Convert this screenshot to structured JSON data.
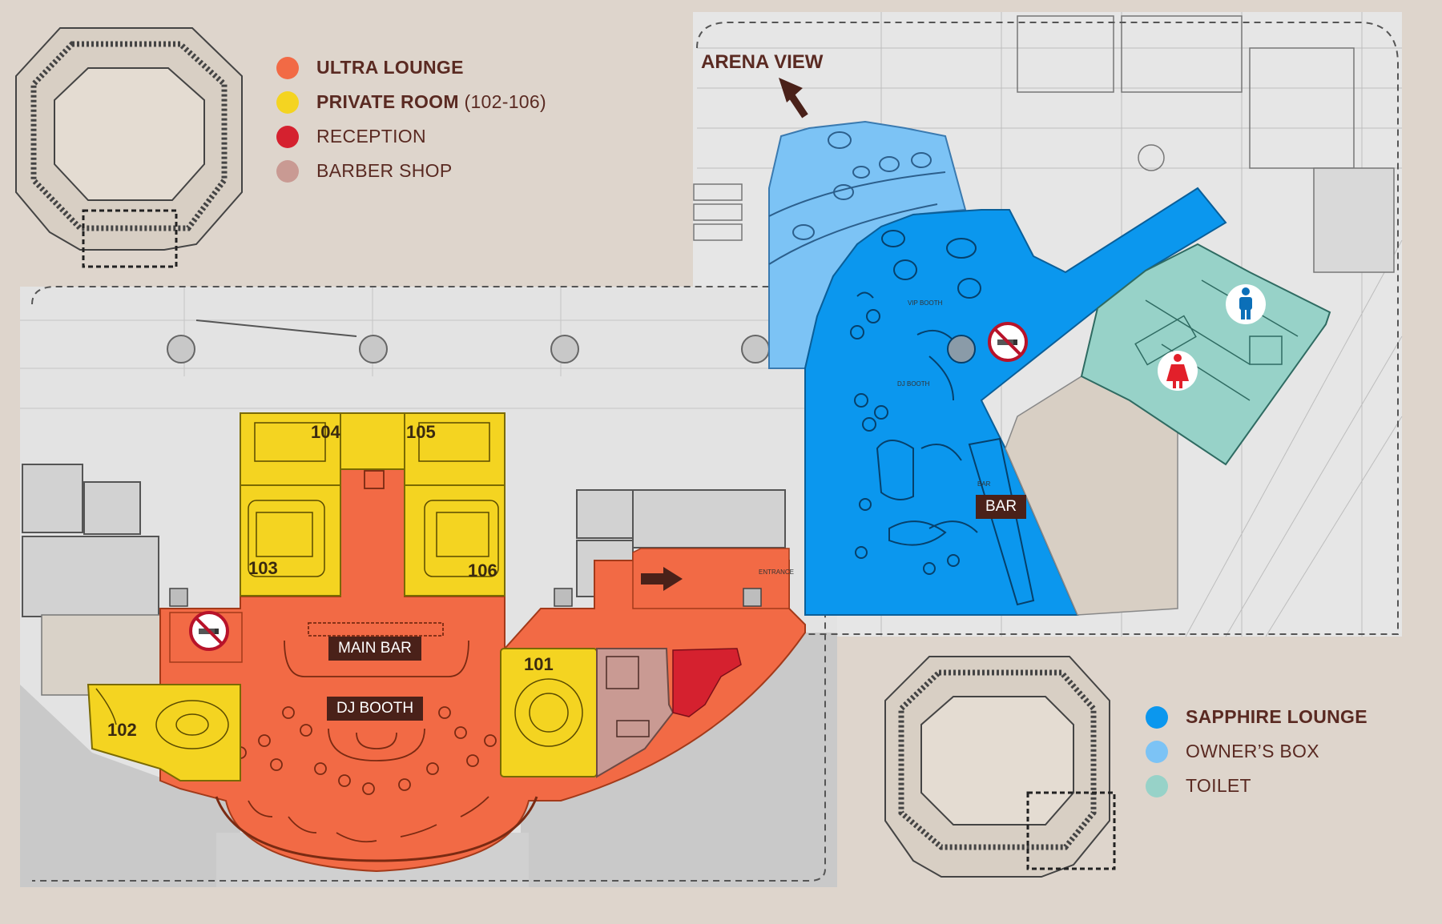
{
  "legend_top": [
    {
      "label": "ULTRA LOUNGE",
      "note": "",
      "color": "#f26a45",
      "bold": true
    },
    {
      "label": "PRIVATE ROOM",
      "note": " (102-106)",
      "color": "#f4d421",
      "bold": true
    },
    {
      "label": "RECEPTION",
      "note": "",
      "color": "#d5212f",
      "bold": false
    },
    {
      "label": "BARBER SHOP",
      "note": "",
      "color": "#c99a93",
      "bold": false
    }
  ],
  "legend_bottom": [
    {
      "label": "SAPPHIRE LOUNGE",
      "color": "#0b97ee",
      "bold": true
    },
    {
      "label": "OWNER’S BOX",
      "color": "#7cc3f5",
      "bold": false
    },
    {
      "label": "TOILET",
      "color": "#97d2c8",
      "bold": false
    }
  ],
  "direction_label": "ARENA VIEW",
  "tags": {
    "main_bar": "MAIN BAR",
    "dj_booth": "DJ BOOTH",
    "bar": "BAR"
  },
  "rooms": {
    "r101": "101",
    "r102": "102",
    "r103": "103",
    "r104": "104",
    "r105": "105",
    "r106": "106"
  },
  "small_labels": {
    "entrance": "ENTRANCE",
    "dj_booth_small": "DJ BOOTH",
    "vip": "VIP BOOTH",
    "bar_small": "BAR"
  },
  "icons": {
    "no_smoking": "no-smoking-icon",
    "male": "male-toilet-icon",
    "female": "female-toilet-icon",
    "arrow": "direction-arrow-icon"
  }
}
